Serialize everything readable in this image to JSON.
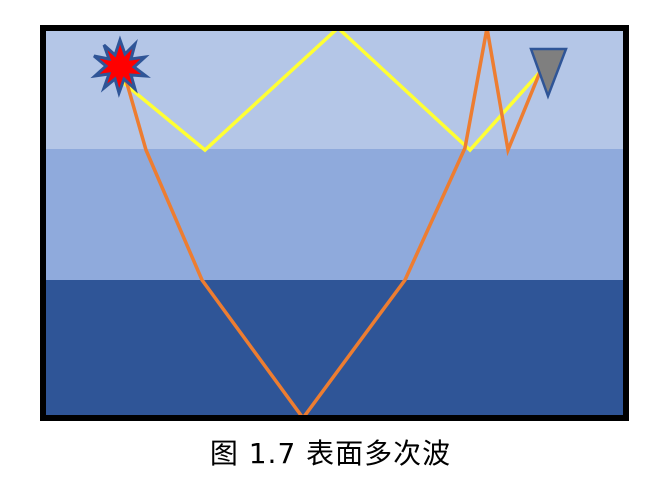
{
  "caption": "图 1.7 表面多次波",
  "colors": {
    "layer_top": "#b4c6e7",
    "layer_middle": "#8faadc",
    "layer_bottom": "#2f5597",
    "frame": "#000000",
    "yellow_ray": "#ffff33",
    "orange_ray": "#ed7d31",
    "source_burst": "#ff0000",
    "source_outline": "#2f5597",
    "receiver": "#7f7f7f",
    "receiver_outline": "#2f5597"
  },
  "icons": {
    "source": "explosion-icon",
    "receiver": "receiver-triangle-icon"
  },
  "layers": [
    "layer-top",
    "layer-middle",
    "layer-bottom"
  ],
  "rays": [
    "yellow-ray-path",
    "orange-ray-path"
  ]
}
